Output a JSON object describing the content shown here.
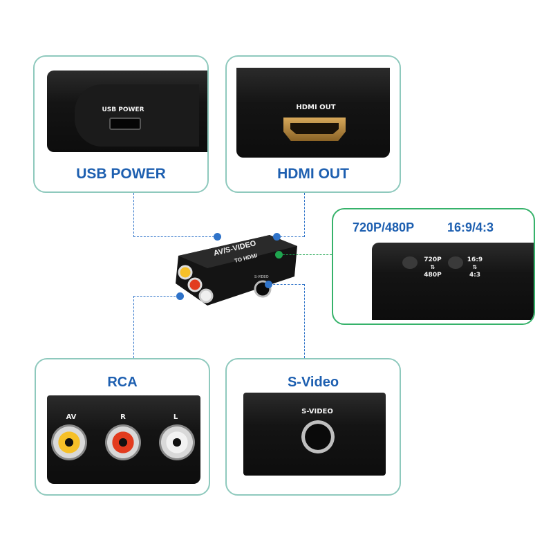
{
  "cards": {
    "usb": {
      "title": "USB POWER",
      "photo_text": "USB POWER"
    },
    "hdmi": {
      "title": "HDMI OUT",
      "photo_text": "HDMI OUT"
    },
    "switch": {
      "label_left": "720P/480P",
      "label_right": "16:9/4:3",
      "btn1_top": "720P",
      "btn1_bottom": "480P",
      "btn2_top": "16:9",
      "btn2_bottom": "4:3"
    },
    "rca": {
      "title": "RCA",
      "jack_av": "AV",
      "jack_r": "R",
      "jack_l": "L"
    },
    "svideo": {
      "title": "S-Video",
      "photo_text": "S-VIDEO"
    }
  },
  "device": {
    "brand_line": "AV/S-VIDEO",
    "sub_line": "TO HDMI",
    "svideo_port": "S-VIDEO"
  },
  "colors": {
    "title_blue": "#1d5fb0",
    "border_teal": "#8ec9bd",
    "border_green": "#36b26a",
    "dash_blue": "#2f73c9",
    "dot_green": "#1fa54f"
  }
}
